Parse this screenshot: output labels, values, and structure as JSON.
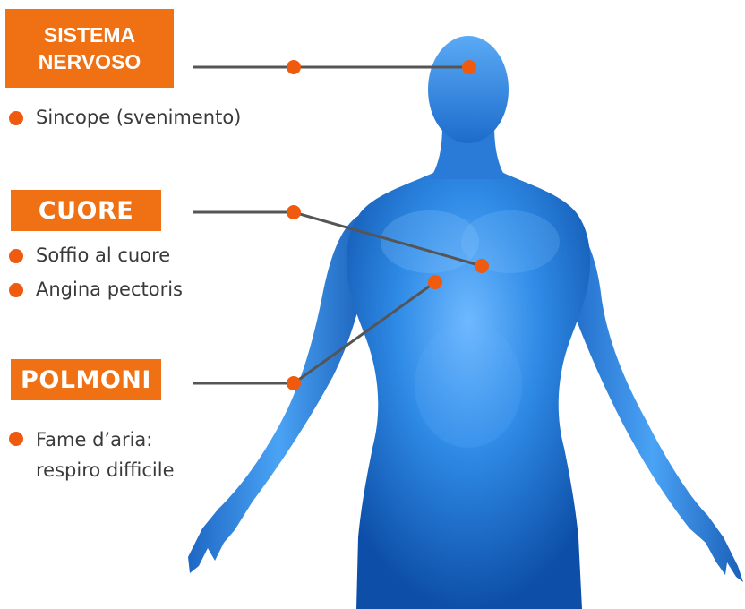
{
  "sections": {
    "nervoso": {
      "title": "SISTEMA\nNERVOSO",
      "items": [
        "Sincope (svenimento)"
      ]
    },
    "cuore": {
      "title": "CUORE",
      "items": [
        "Soffio al cuore",
        "Angina pectoris"
      ]
    },
    "polmoni": {
      "title": "POLMONI",
      "items": [
        "Fame d’aria:\nrespiro difficile"
      ]
    }
  },
  "colors": {
    "accent_orange": "#f07014",
    "marker_orange": "#f05a0f",
    "connector": "#555555",
    "body_blue": "#2a83de",
    "text": "#3a3a3a"
  }
}
